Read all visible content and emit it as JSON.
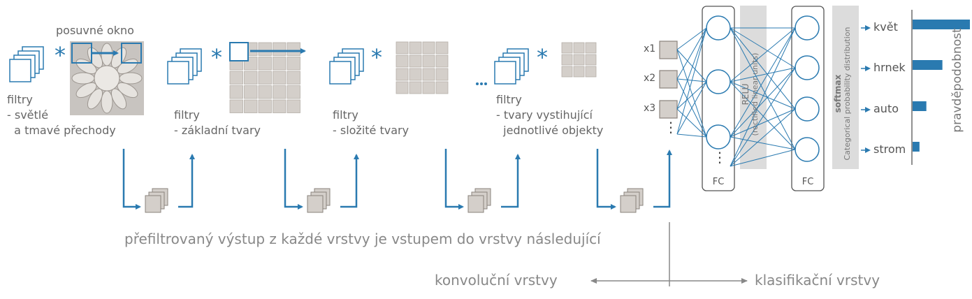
{
  "colors": {
    "accent": "#2a7ab0",
    "box_border": "#555555",
    "tile": "#d4cfca",
    "tile_border": "#b5afa8",
    "band": "#dcdcdc",
    "text": "#666666",
    "caption": "#888888"
  },
  "stages": [
    {
      "text": "filtry\n- světlé\n  a tmavé přechody",
      "extra_label": "posuvné okno"
    },
    {
      "text": "filtry\n- základní tvary"
    },
    {
      "text": "filtry\n- složité tvary"
    },
    {
      "text": "filtry\n- tvary vystihující\n  jednotlivé objekty"
    }
  ],
  "inputs": {
    "labels": [
      "x1",
      "x2",
      "x3"
    ],
    "ellipsis": "⋮"
  },
  "fully_connected": {
    "label": "FC",
    "relu_title": "RELU",
    "relu_subtitle": "(rectified linear units)",
    "softmax_title": "softmax",
    "softmax_subtitle": "Categorical probability distribution"
  },
  "classes": [
    {
      "name": "květ",
      "probability": 1.0
    },
    {
      "name": "hrnek",
      "probability": 0.52
    },
    {
      "name": "auto",
      "probability": 0.24
    },
    {
      "name": "strom",
      "probability": 0.12
    }
  ],
  "probability_axis": "pravděpodobnost",
  "flow_caption": "přefiltrovaný výstup z každé vrstvy je vstupem do vrstvy následující",
  "section_labels": {
    "convolutional": "konvoluční vrstvy",
    "classification": "klasifikační vrstvy"
  },
  "dots": "..."
}
